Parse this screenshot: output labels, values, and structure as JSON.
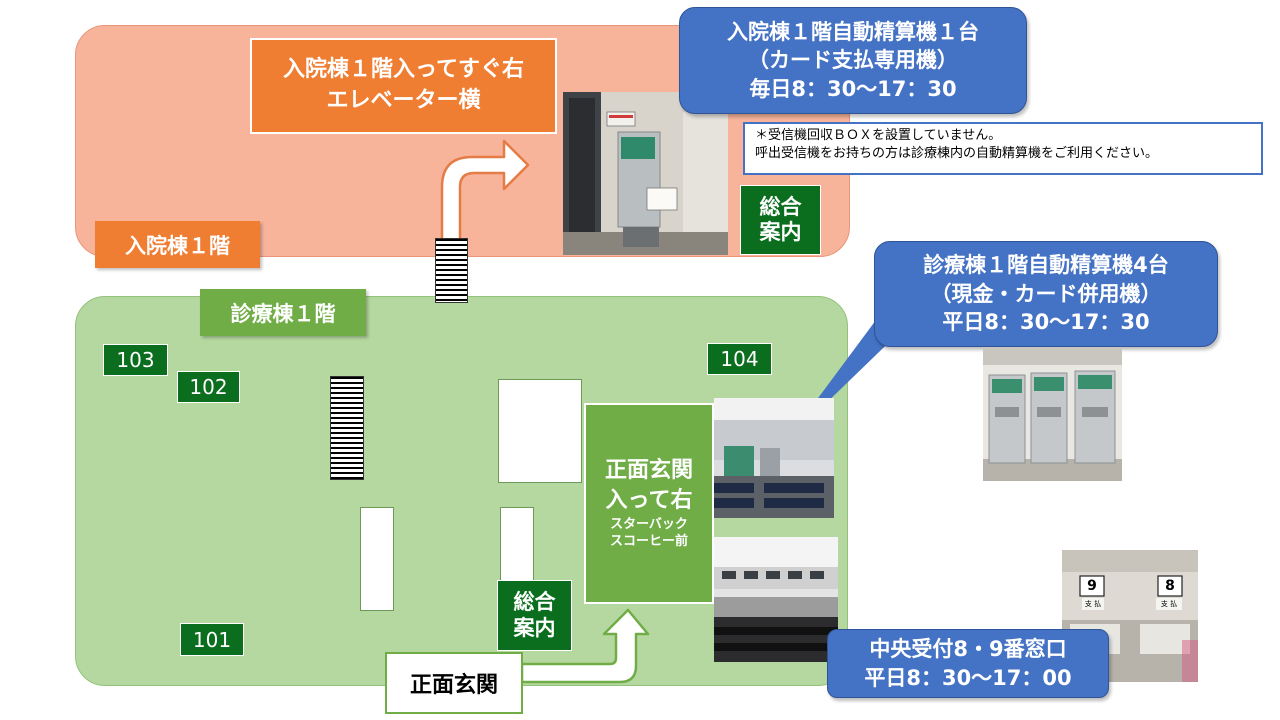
{
  "ward_zone": {
    "label": "入院棟１階"
  },
  "clinic_zone": {
    "label": "診療棟１階"
  },
  "ward_direction": {
    "line1": "入院棟１階入ってすぐ右",
    "line2": "エレベーター横"
  },
  "ward_callout": {
    "line1": "入院棟１階自動精算機１台",
    "line2": "（カード支払専用機）",
    "line3": "毎日8：30～17：30"
  },
  "notice": {
    "line1": "＊受信機回収ＢＯＸを設置していません。",
    "line2": "呼出受信機をお持ちの方は診療棟内の自動精算機をご利用ください。"
  },
  "info_desk_ward": {
    "line1": "総合",
    "line2": "案内"
  },
  "info_desk_clinic": {
    "line1": "総合",
    "line2": "案内"
  },
  "clinic_callout": {
    "line1": "診療棟１階自動精算機4台",
    "line2": "（現金・カード併用機）",
    "line3": "平日8：30～17：30"
  },
  "rooms": {
    "r101": "101",
    "r102": "102",
    "r103": "103",
    "r104": "104"
  },
  "main_entrance_panel": {
    "line1": "正面玄関",
    "line2": "入って右",
    "line3": "スターバック",
    "line4": "スコーヒー前"
  },
  "main_entrance": {
    "label": "正面玄関"
  },
  "counter_callout": {
    "line1": "中央受付8・9番窓口",
    "line2": "平日8：30～17：00"
  },
  "photo_signs": {
    "window_9": "9",
    "window_8": "8",
    "pay_label": "支 払"
  },
  "colors": {
    "ward_zone": "#f8b49a",
    "clinic_zone": "#b5d8a0",
    "orange_label": "#ef7d32",
    "green_label": "#70ad47",
    "room_tag": "#0a6e1e",
    "callout": "#4472c4"
  }
}
